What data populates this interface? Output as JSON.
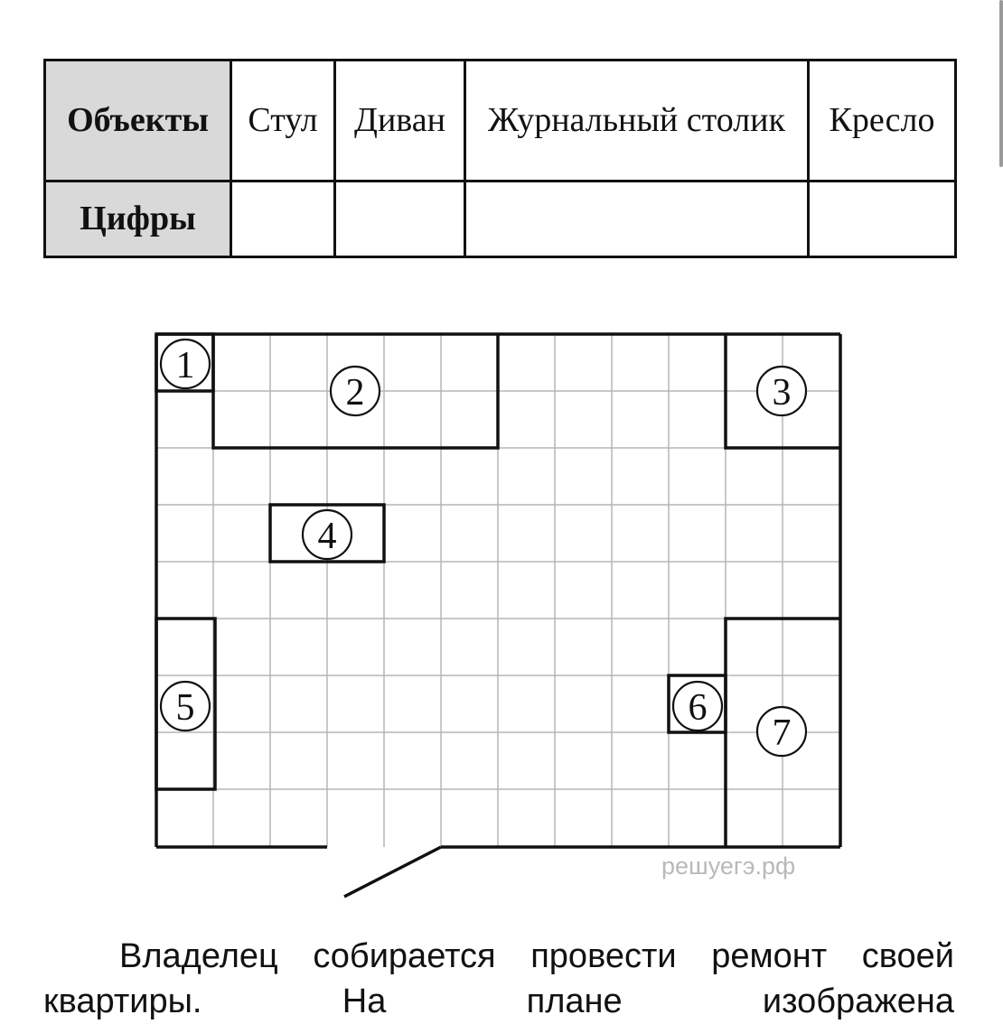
{
  "table": {
    "row1": {
      "header": "Объекты",
      "cells": [
        "Стул",
        "Диван",
        "Журнальный столик",
        "Кресло"
      ]
    },
    "row2": {
      "header": "Цифры",
      "cells": [
        "",
        "",
        "",
        ""
      ]
    }
  },
  "plan": {
    "labels": [
      "1",
      "2",
      "3",
      "4",
      "5",
      "6",
      "7"
    ]
  },
  "watermark": "решуегэ.рф",
  "paragraph": {
    "line1": "Владелец собирается провести ремонт",
    "line2": "своей квартиры. На плане изображена"
  }
}
